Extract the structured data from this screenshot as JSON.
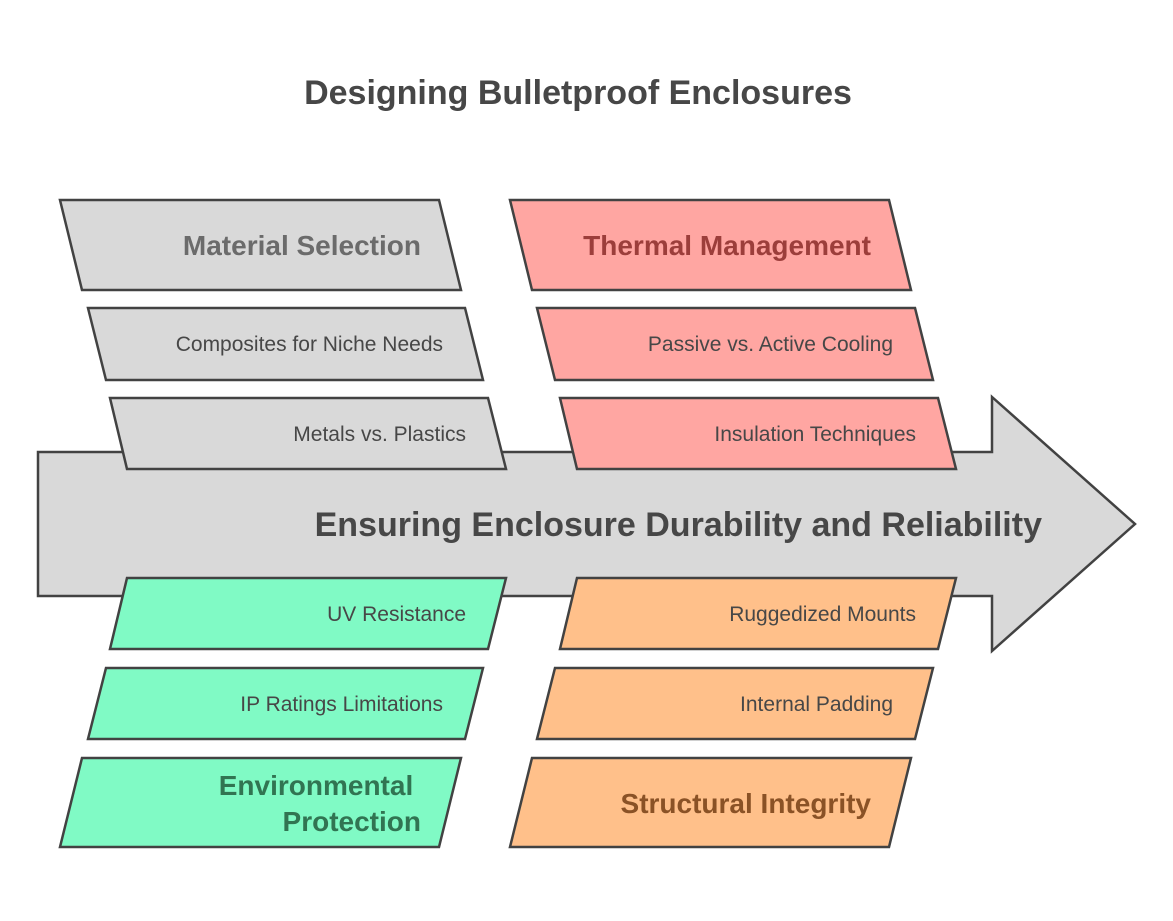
{
  "title": "Designing Bulletproof Enclosures",
  "spine": {
    "label": "Ensuring Enclosure Durability and Reliability",
    "fill": "#d9d9d9"
  },
  "categories": [
    {
      "id": "material",
      "label": [
        "Material Selection"
      ],
      "fill": "#d9d9d9",
      "text_color": "#6b6b6b",
      "items": [
        "Composites for Niche Needs",
        "Metals vs. Plastics"
      ]
    },
    {
      "id": "thermal",
      "label": [
        "Thermal Management"
      ],
      "fill": "#ffa6a2",
      "text_color": "#9c3e3b",
      "items": [
        "Passive vs. Active Cooling",
        "Insulation Techniques"
      ]
    },
    {
      "id": "environmental",
      "label": [
        "Environmental",
        "Protection"
      ],
      "fill": "#80fac5",
      "text_color": "#317452",
      "items": [
        "UV Resistance",
        "IP Ratings Limitations"
      ]
    },
    {
      "id": "structural",
      "label": [
        "Structural Integrity"
      ],
      "fill": "#ffc08a",
      "text_color": "#8a5226",
      "items": [
        "Ruggedized Mounts",
        "Internal Padding"
      ]
    }
  ]
}
